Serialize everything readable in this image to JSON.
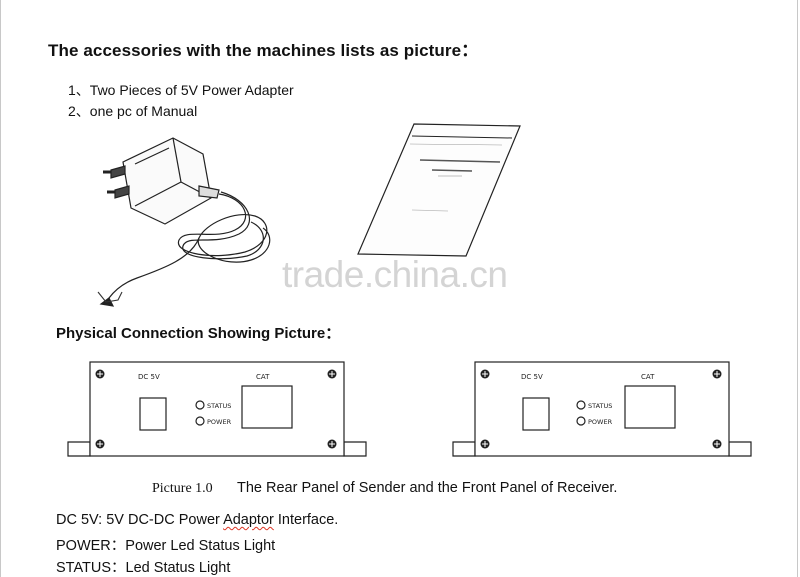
{
  "heading": "The accessories with the machines lists as picture：",
  "accessories": [
    {
      "num": "1、",
      "text": "Two Pieces of 5V Power Adapter"
    },
    {
      "num": "2、",
      "text": "one pc of Manual"
    }
  ],
  "watermark": "trade.china.cn",
  "section_heading": "Physical Connection Showing Picture：",
  "panel": {
    "dc_label": "DC 5V",
    "cat_label": "CAT",
    "status_label": "STATUS",
    "power_label": "POWER"
  },
  "caption": {
    "number": "Picture 1.0",
    "text": "The Rear Panel of Sender and the Front Panel of Receiver."
  },
  "descriptions": {
    "dc": {
      "prefix": "DC 5V: 5V DC-DC Power ",
      "underlined": "Adaptor",
      "suffix": " Interface."
    },
    "power": "POWER：Power Led Status Light",
    "status": "STATUS：Led Status Light"
  },
  "colors": {
    "text": "#111111",
    "watermark": "#d4d4d4",
    "rule": "#c8c8c8",
    "spellcheck": "#dd3322"
  }
}
